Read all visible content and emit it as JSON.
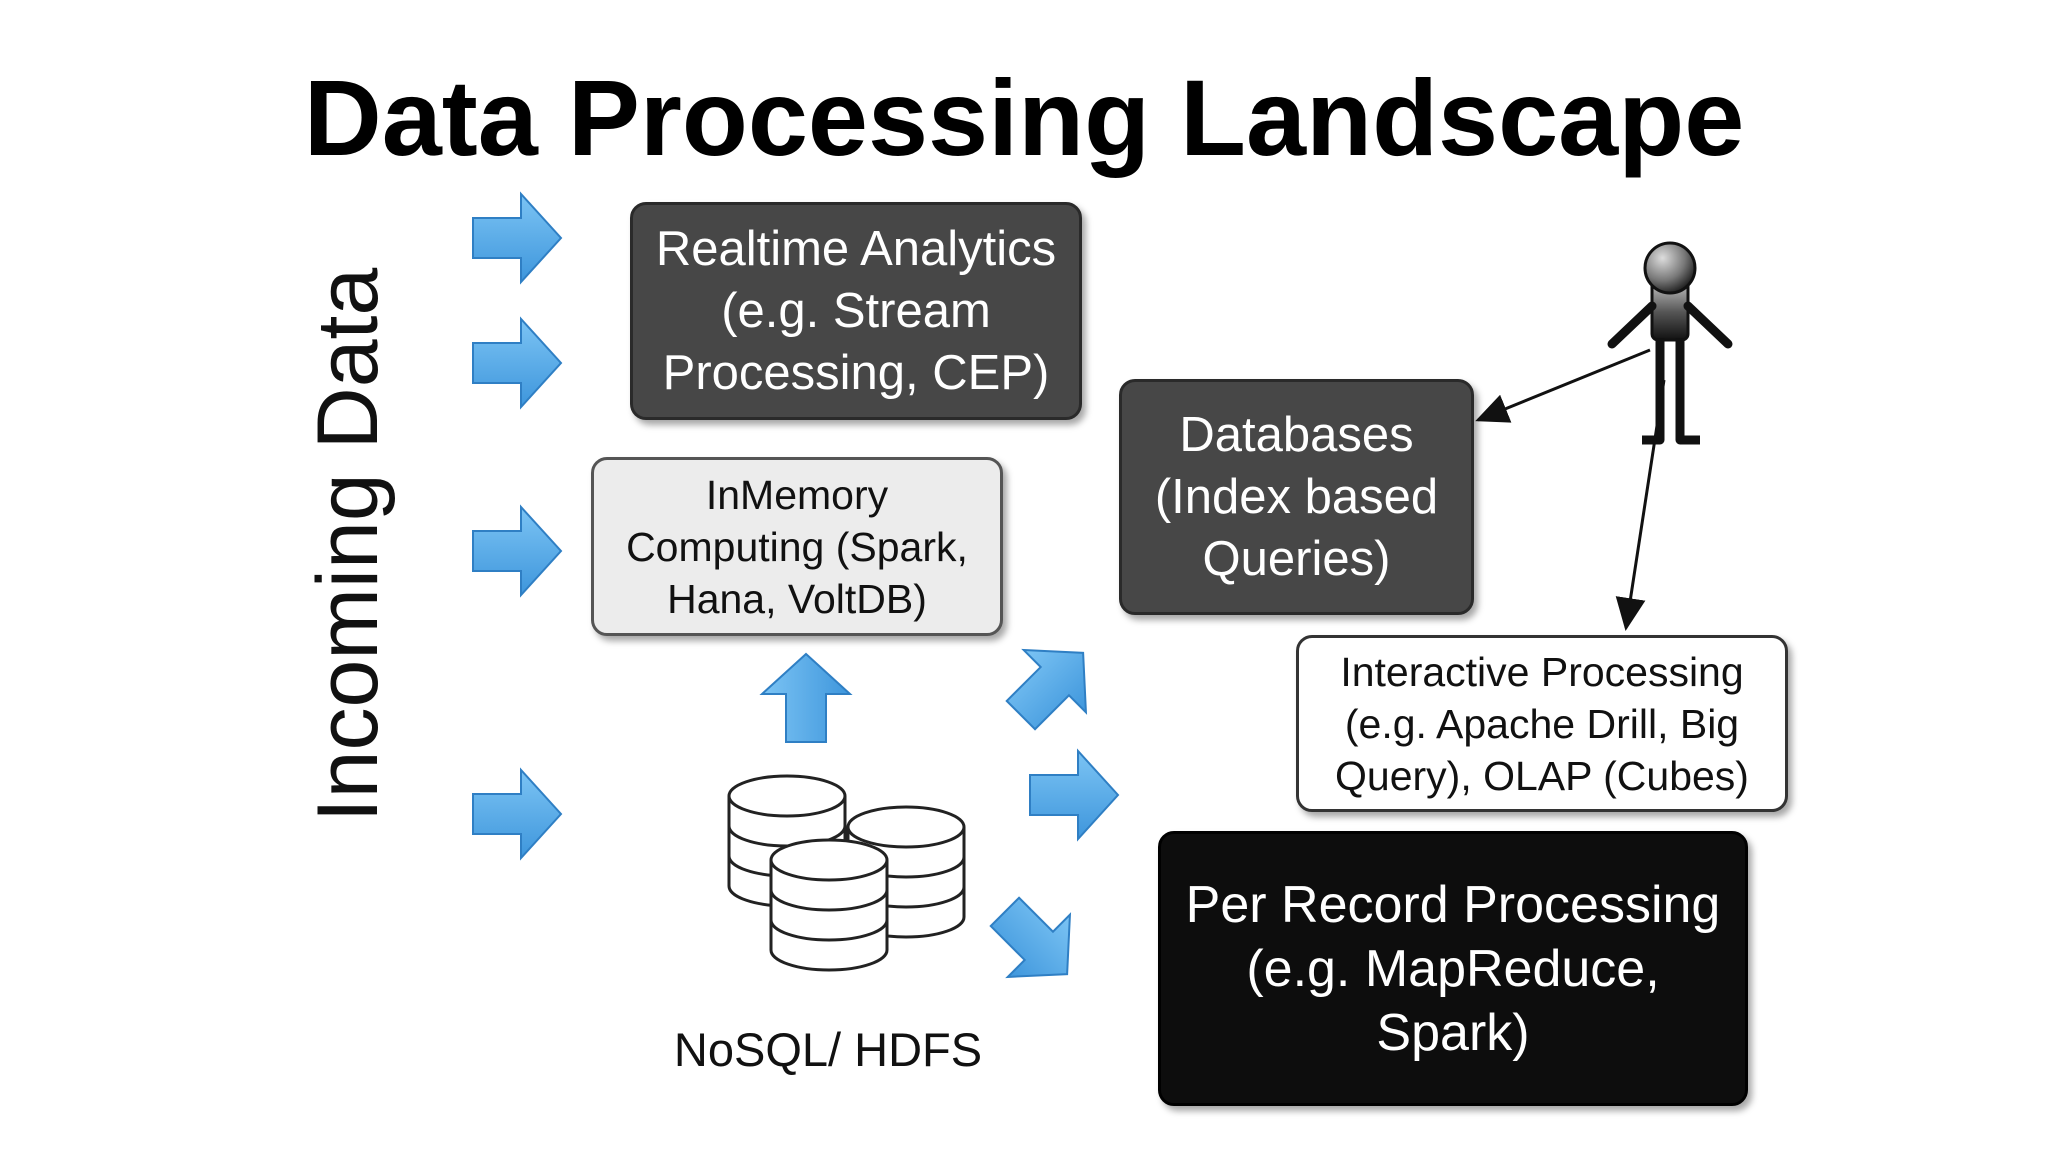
{
  "title": "Data Processing Landscape",
  "side_label": "Incoming Data",
  "boxes": {
    "realtime": "Realtime Analytics\n(e.g. Stream\nProcessing, CEP)",
    "inmemory": "InMemory\nComputing (Spark,\nHana, VoltDB)",
    "databases": "Databases\n(Index based\nQueries)",
    "interactive": "Interactive Processing\n(e.g. Apache Drill, Big\nQuery), OLAP (Cubes)",
    "perrecord": "Per Record Processing\n(e.g. MapReduce,\nSpark)"
  },
  "storage_label": "NoSQL/ HDFS",
  "icons": {
    "arrow": "blue-arrow-icon",
    "storage": "database-cylinders-icon",
    "user": "user-figure-icon"
  },
  "colors": {
    "arrow_fill": "#4aa6e8",
    "arrow_stroke": "#2f7fc4",
    "dark_box": "#474747",
    "light_box": "#ececec",
    "black_box": "#0d0d0d"
  }
}
